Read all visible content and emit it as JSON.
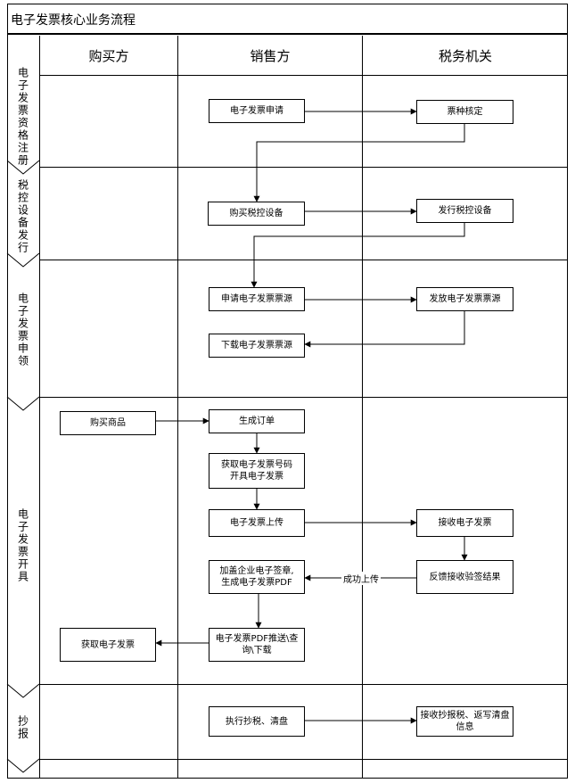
{
  "title": "电子发票核心业务流程",
  "columns": {
    "buyer": "购买方",
    "seller": "销售方",
    "tax": "税务机关"
  },
  "stages": [
    "电子发票资格注册",
    "税控设备发行",
    "电子发票申领",
    "电子发票开具",
    "抄报"
  ],
  "boxes": {
    "apply_einvoice": "电子发票申请",
    "ticket_verify": "票种核定",
    "buy_device": "购买税控设备",
    "issue_device": "发行税控设备",
    "apply_source": "申请电子发票票源",
    "issue_source": "发放电子发票票源",
    "download_source": "下载电子发票票源",
    "buy_goods": "购买商品",
    "gen_order": "生成订单",
    "get_number": "获取电子发票号码\n开具电子发票",
    "upload": "电子发票上传",
    "receive_invoice": "接收电子发票",
    "sign_pdf": "加盖企业电子签章,\n生成电子发票PDF",
    "feedback": "反馈接收验签结果",
    "get_invoice": "获取电子发票",
    "push_pdf": "电子发票PDF推送\\查询\\下载",
    "copy_tax": "执行抄税、清盘",
    "receive_copy": "接收抄报税、返写清盘信息"
  },
  "labels": {
    "upload_success": "成功上传"
  }
}
